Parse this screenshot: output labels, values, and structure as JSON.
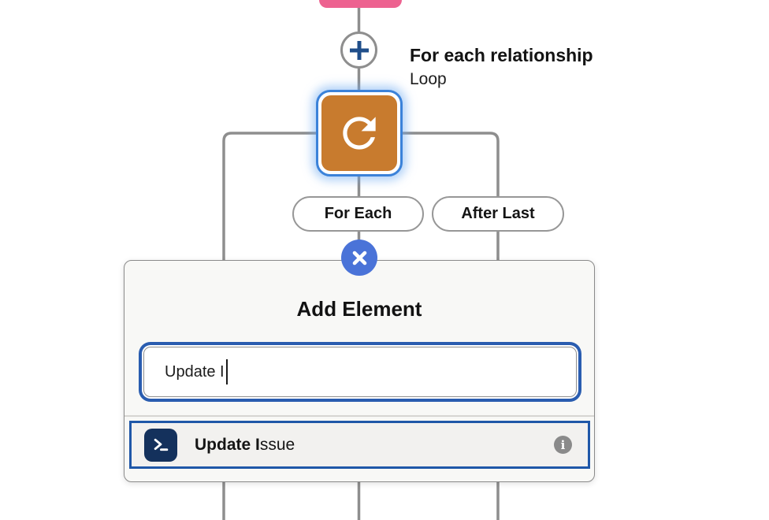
{
  "flow": {
    "loop_node": {
      "title": "For each relationship",
      "type_label": "Loop",
      "icon": "loop-icon",
      "color": "#C87B2E"
    },
    "branch_labels": [
      {
        "label": "For Each"
      },
      {
        "label": "After Last"
      }
    ]
  },
  "popover": {
    "title": "Add Element",
    "search_input": {
      "value": "Update I"
    },
    "results": [
      {
        "label": "Update Issue",
        "match": "Update I",
        "rest": "ssue",
        "icon": "terminal-icon",
        "info_icon": "info-icon"
      }
    ]
  },
  "colors": {
    "connector_gray": "#8E8E8E",
    "focus_ring_blue": "#3B82D9",
    "selection_blue": "#1F57A8",
    "close_button_blue": "#4A73D8",
    "loop_orange": "#C87B2E",
    "previous_node_pink": "#ED6290",
    "terminal_navy": "#14315C",
    "info_gray": "#8A8A8A",
    "panel_background": "#F8F8F6"
  }
}
